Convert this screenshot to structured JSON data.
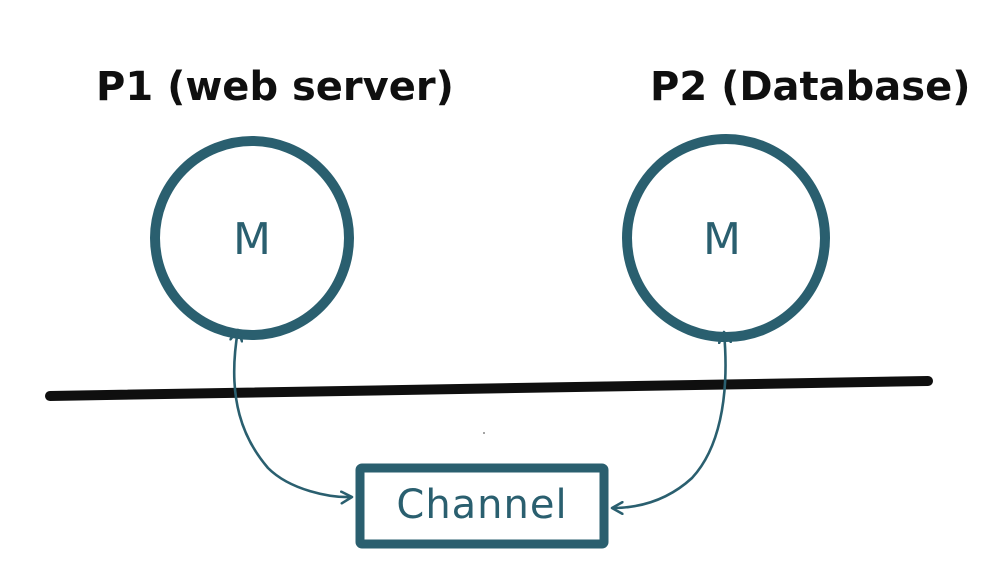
{
  "diagram": {
    "process1": {
      "title": "P1 (web server)",
      "memory_label": "M"
    },
    "process2": {
      "title": "P2 (Database)",
      "memory_label": "M"
    },
    "channel": {
      "label": "Channel"
    }
  },
  "colors": {
    "ink": "#0f0f0f",
    "accent": "#2a5f6f",
    "background": "#ffffff"
  }
}
